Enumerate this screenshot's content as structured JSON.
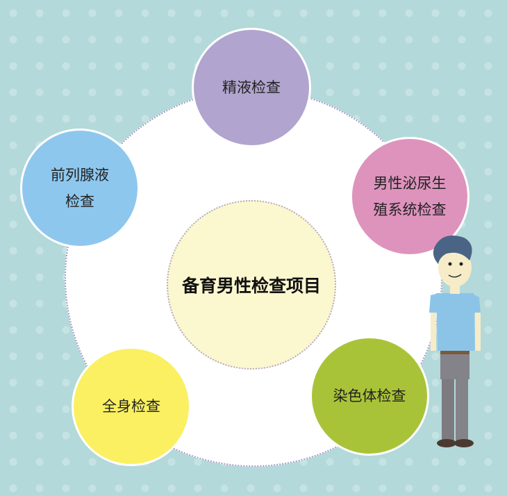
{
  "title": "备育男性检查项目",
  "items": [
    {
      "label": "精液检查",
      "color": "#b1a4ce"
    },
    {
      "label": "前列腺液\n检查",
      "color": "#8ec7ee"
    },
    {
      "label": "男性泌尿生\n殖系统检查",
      "color": "#de93bd"
    },
    {
      "label": "全身检查",
      "color": "#faf061"
    },
    {
      "label": "染色体检查",
      "color": "#a9c338"
    }
  ]
}
